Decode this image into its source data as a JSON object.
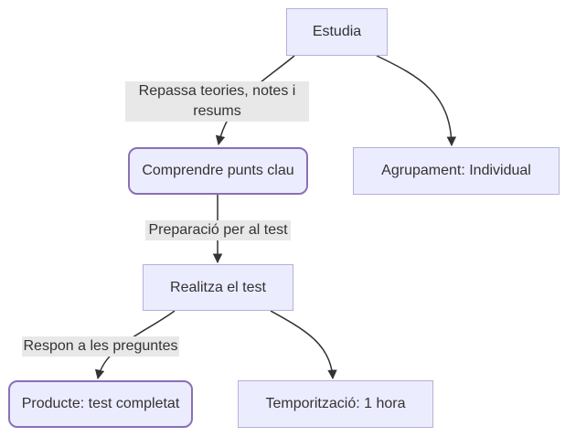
{
  "diagram": {
    "type": "flowchart",
    "nodes": {
      "estudia": {
        "label": "Estudia",
        "shape": "rect"
      },
      "comprendre": {
        "label": "Comprendre punts clau",
        "shape": "rounded"
      },
      "agrupament": {
        "label": "Agrupament: Individual",
        "shape": "rect"
      },
      "realitza": {
        "label": "Realitza el test",
        "shape": "rect"
      },
      "producte": {
        "label": "Producte: test completat",
        "shape": "rounded"
      },
      "temporitzacio": {
        "label": "Temporització: 1 hora",
        "shape": "rect"
      }
    },
    "edges": [
      {
        "from": "Estudia",
        "to": "Comprendre punts clau",
        "label": "Repassa teories, notes i resums"
      },
      {
        "from": "Estudia",
        "to": "Agrupament: Individual",
        "label": ""
      },
      {
        "from": "Comprendre punts clau",
        "to": "Realitza el test",
        "label": "Preparació per al test"
      },
      {
        "from": "Realitza el test",
        "to": "Producte: test completat",
        "label": "Respon a les preguntes"
      },
      {
        "from": "Realitza el test",
        "to": "Temporització: 1 hora",
        "label": ""
      }
    ],
    "colors": {
      "node_fill": "#ECECFF",
      "node_border": "#b3b1d8",
      "rounded_node_border": "#8a70b5",
      "edge_label_background": "#e8e8e8",
      "edge_line": "#333333",
      "text": "#333333",
      "background": "#ffffff"
    }
  }
}
